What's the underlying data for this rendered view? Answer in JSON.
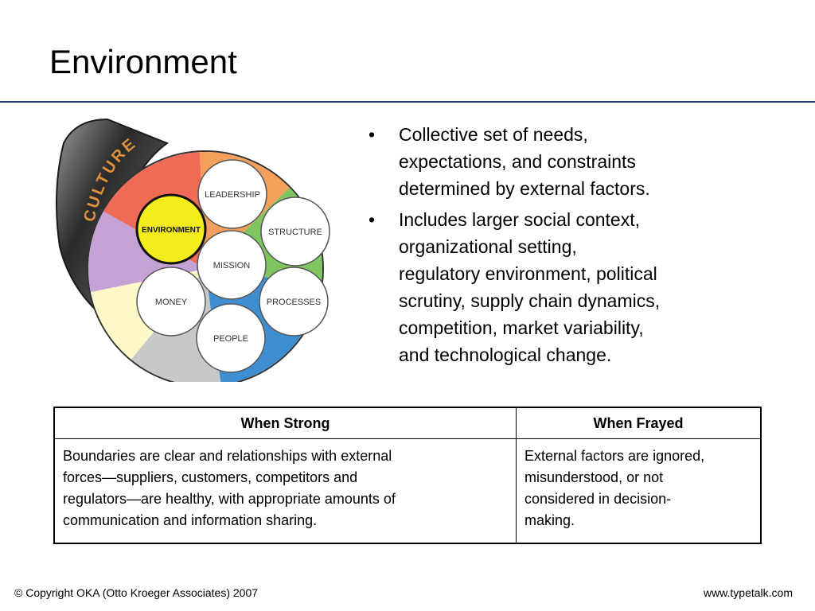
{
  "slide": {
    "title": "Environment"
  },
  "diagram": {
    "arc_label": "CULTURE",
    "circles": {
      "environment": "ENVIRONMENT",
      "leadership": "LEADERSHIP",
      "structure": "STRUCTURE",
      "mission": "MISSION",
      "money": "MONEY",
      "processes": "PROCESSES",
      "people": "PEOPLE"
    },
    "colors": {
      "highlight": "#f5ec1c",
      "red": "#ef6b55",
      "purple": "#c4a2d6",
      "green": "#7fc560",
      "blue": "#3d8fd1",
      "orange": "#f5a05a",
      "cream": "#fdf8c7",
      "gray": "#c8c8c8"
    }
  },
  "bullets": [
    [
      "Collective set of needs,",
      "expectations, and constraints",
      "determined by external factors."
    ],
    [
      "Includes larger social context,",
      "organizational setting,",
      "regulatory environment, political",
      "scrutiny, supply chain dynamics,",
      "competition, market variability,",
      "and technological change."
    ]
  ],
  "table": {
    "headers": [
      "When Strong",
      "When Frayed"
    ],
    "rows": [
      [
        [
          "Boundaries are clear and relationships with external",
          "forces—suppliers, customers, competitors and",
          "regulators—are healthy, with appropriate amounts of",
          "communication and information sharing."
        ],
        [
          "External factors are ignored,",
          "misunderstood, or not",
          "considered in decision-",
          "making."
        ]
      ]
    ]
  },
  "footer": {
    "copyright": "© Copyright OKA (Otto Kroeger Associates) 2007",
    "website": "www.typetalk.com"
  }
}
